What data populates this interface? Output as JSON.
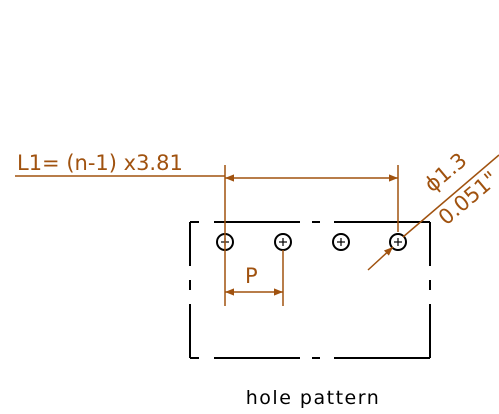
{
  "drawing": {
    "length_dimension": "L1= (n-1) x3.81",
    "pitch_label": "P",
    "hole_diameter_mm": "ϕ1.3",
    "hole_diameter_in": "0.051\"",
    "caption": "hole pattern",
    "hole_count": 4
  },
  "colors": {
    "outline": "#000000",
    "dimension": "#a0520f"
  }
}
